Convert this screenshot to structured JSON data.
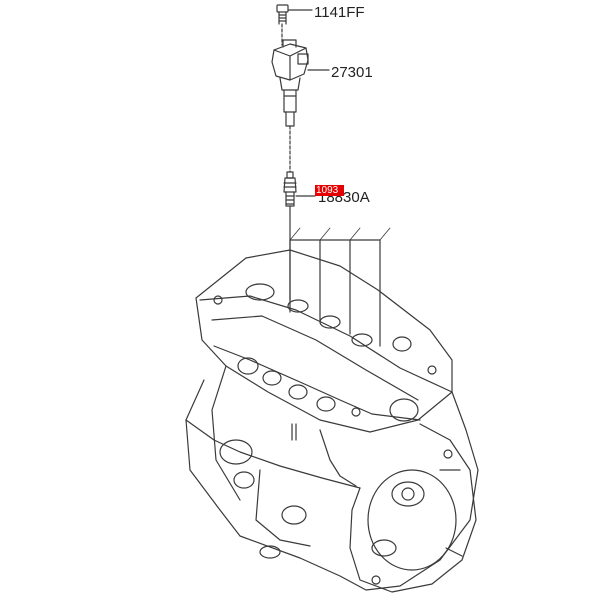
{
  "labels": {
    "bolt": "1141FF",
    "ignition_coil": "27301",
    "spark_plug": "18830A",
    "highlight_tag": "1093"
  },
  "colors": {
    "line": "#3a3a3a",
    "highlight": "#e60000",
    "background": "#ffffff"
  }
}
